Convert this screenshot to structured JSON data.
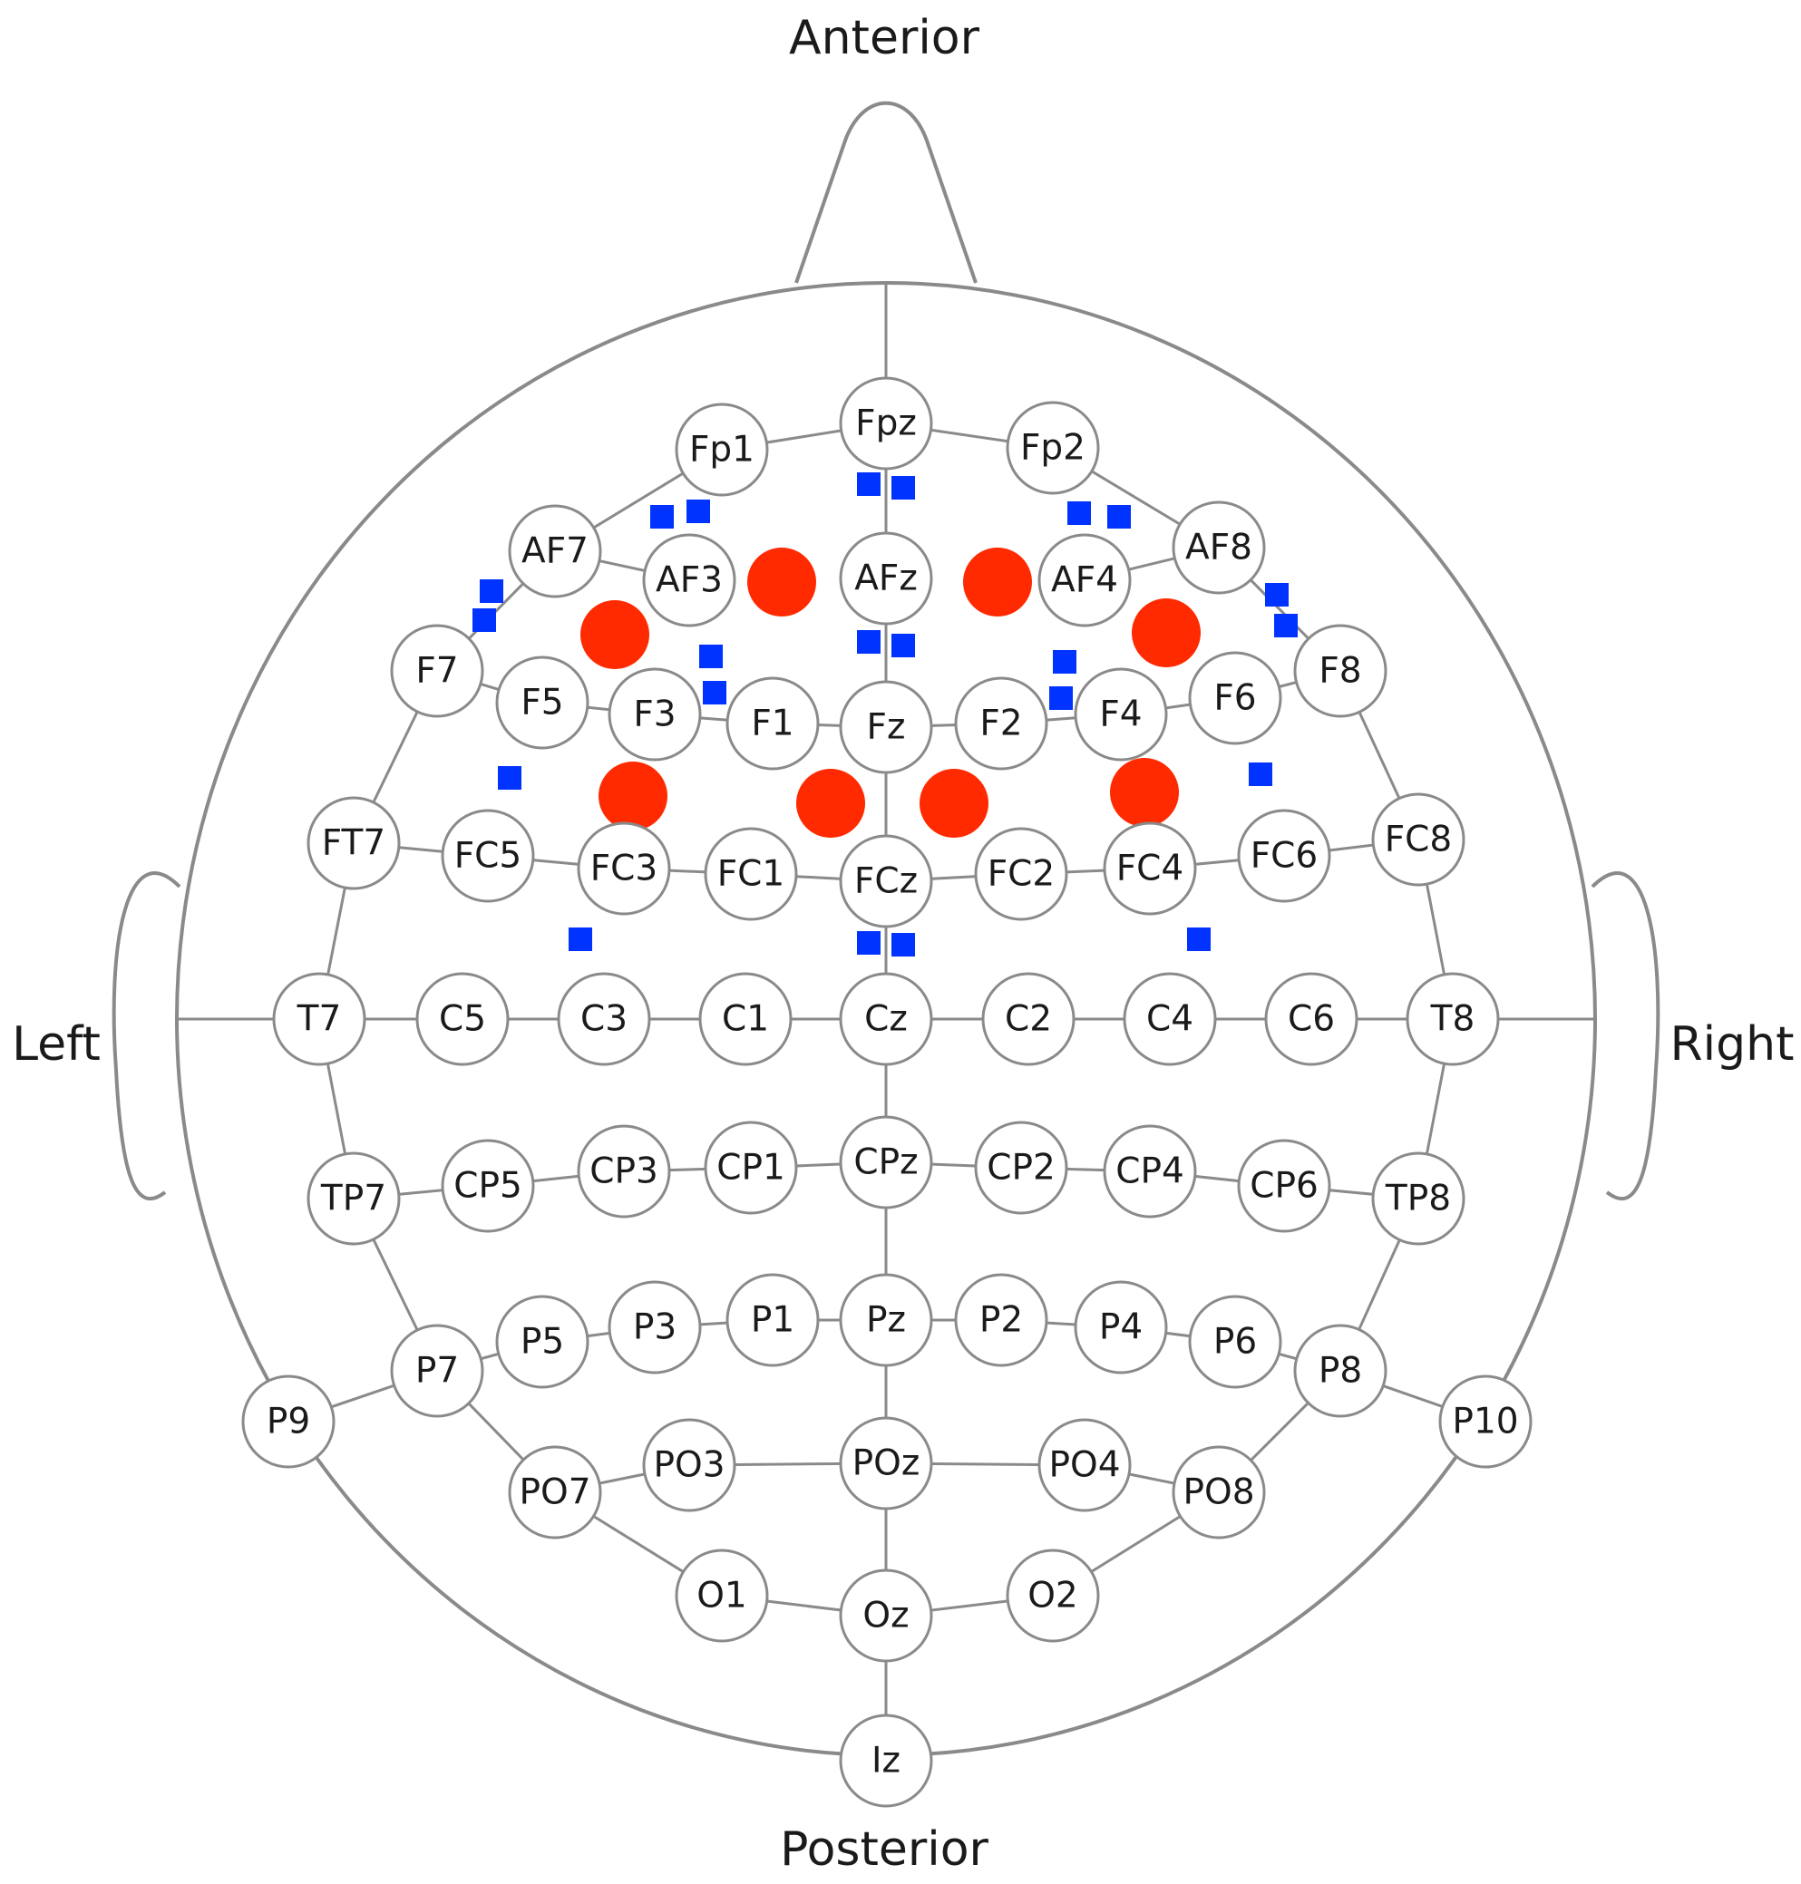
{
  "directions": {
    "anterior": "Anterior",
    "posterior": "Posterior",
    "left": "Left",
    "right": "Right"
  },
  "colors": {
    "outline": "#8a8a8a",
    "marker_circle": "#ff2a00",
    "marker_square": "#0033ff"
  },
  "electrodes": [
    "Fpz",
    "Fp1",
    "Fp2",
    "AF7",
    "AF3",
    "AFz",
    "AF4",
    "AF8",
    "F7",
    "F5",
    "F3",
    "F1",
    "Fz",
    "F2",
    "F4",
    "F6",
    "F8",
    "FT7",
    "FC5",
    "FC3",
    "FC1",
    "FCz",
    "FC2",
    "FC4",
    "FC6",
    "FC8",
    "T7",
    "C5",
    "C3",
    "C1",
    "Cz",
    "C2",
    "C4",
    "C6",
    "T8",
    "TP7",
    "CP5",
    "CP3",
    "CP1",
    "CPz",
    "CP2",
    "CP4",
    "CP6",
    "TP8",
    "P9",
    "P7",
    "P5",
    "P3",
    "P1",
    "Pz",
    "P2",
    "P4",
    "P6",
    "P8",
    "P10",
    "PO7",
    "PO3",
    "POz",
    "PO4",
    "PO8",
    "O1",
    "Oz",
    "O2",
    "Iz"
  ],
  "marker_types": [
    "red-circle",
    "blue-square"
  ]
}
